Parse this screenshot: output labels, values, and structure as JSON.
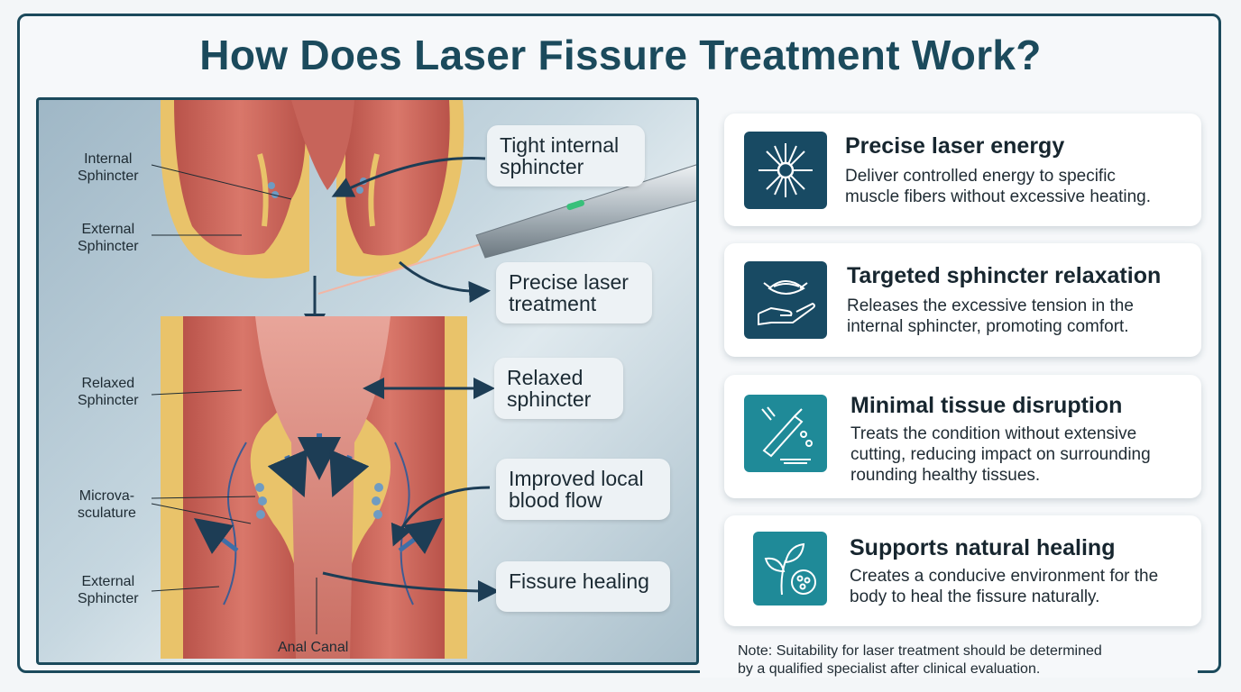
{
  "title": "How Does Laser Fissure Treatment Work?",
  "illustration": {
    "labels": {
      "internal_sphincter": "Internal\nSphincter",
      "external_sphincter_top": "External\nSphincter",
      "relaxed_sphincter": "Relaxed\nSphincter",
      "microvasculature": "Microva-\nsculature",
      "external_sphincter_bottom": "External\nSphincter",
      "anal_canal": "Anal Canal"
    },
    "callouts": {
      "tight": "Tight internal\nsphincter",
      "precise": "Precise laser\ntreatment",
      "relaxed": "Relaxed\nsphincter",
      "blood_flow": "Improved local\nblood flow",
      "healing": "Fissure healing"
    }
  },
  "cards": [
    {
      "title": "Precise laser energy",
      "text": "Deliver controlled energy to specific\nmuscle fibers without excessive heating.",
      "icon": "laser-burst-icon",
      "color": "#184a63"
    },
    {
      "title": "Targeted sphincter relaxation",
      "text": "Releases the excessive tension in the\ninternal sphincter, promoting comfort.",
      "icon": "muscle-hand-icon",
      "color": "#184a63"
    },
    {
      "title": "Minimal tissue disruption",
      "text": "Treats the condition without extensive\ncutting, reducing impact on surrounding\nrounding healthy tissues.",
      "icon": "laser-probe-icon",
      "color": "#1f8a98"
    },
    {
      "title": "Supports natural healing",
      "text": "Creates a conducive environment for the\nbody to heal the fissure naturally.",
      "icon": "plant-cells-icon",
      "color": "#1f8a98"
    }
  ],
  "note": "Note: Suitability for laser treatment should be determined\nby a qualified specialist after clinical evaluation."
}
